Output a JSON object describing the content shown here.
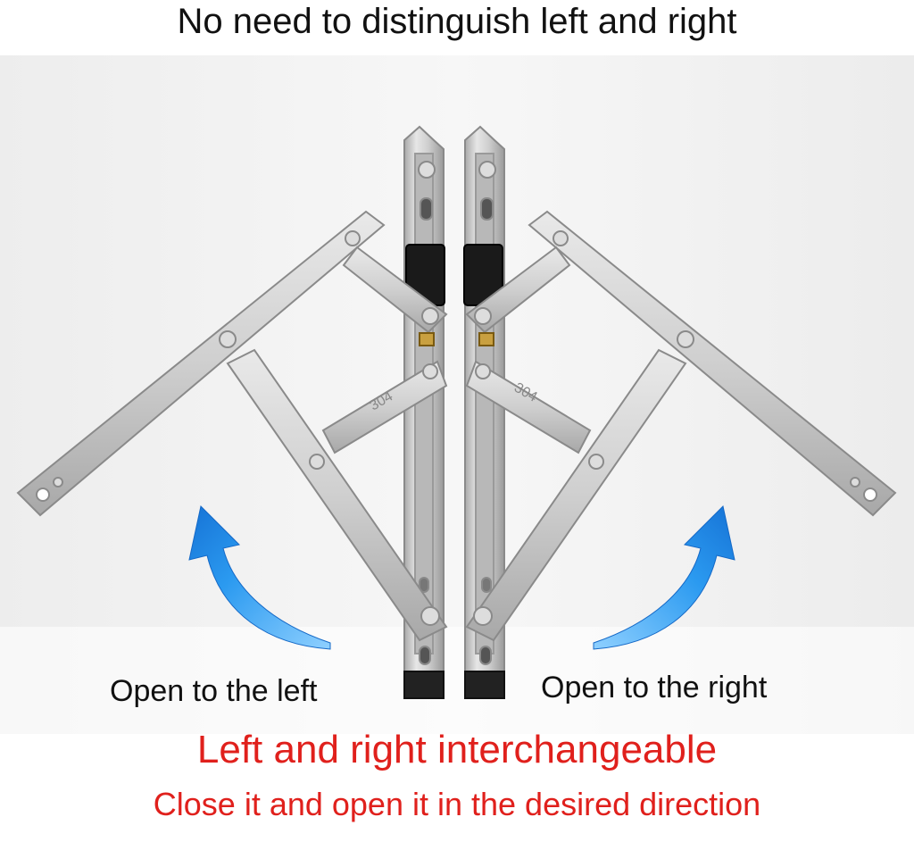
{
  "heading": "No need to distinguish left and right",
  "captions": {
    "left": "Open to the left",
    "right": "Open to the right"
  },
  "tagline": {
    "main": "Left and right interchangeable",
    "sub": "Close it and open it in the desired direction"
  },
  "engraving": "304",
  "colors": {
    "text": "#111111",
    "accent_red": "#e0201c",
    "arrow_blue": "#1e8fe8",
    "steel": "#d6d6d6",
    "pad": "#1a1a1a"
  },
  "icons": [
    "curved-arrow-up-left-icon",
    "curved-arrow-up-right-icon"
  ]
}
